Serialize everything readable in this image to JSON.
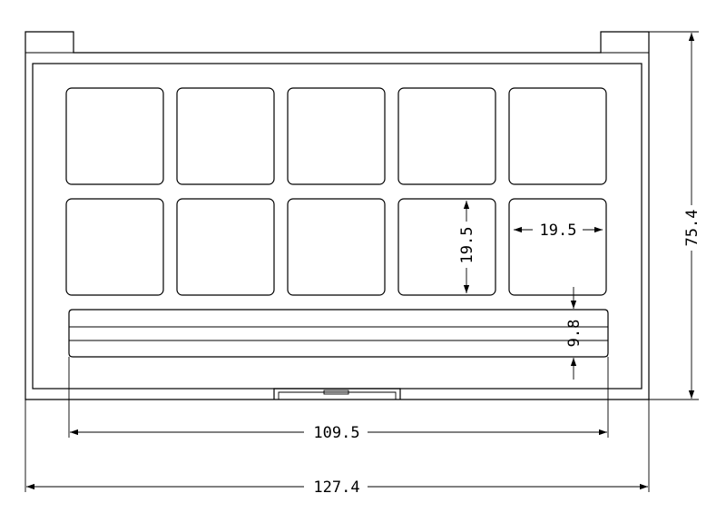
{
  "drawing": {
    "stroke_color": "#000000",
    "background_color": "#ffffff",
    "dimensions": {
      "overall_width": "127.4",
      "overall_height": "75.4",
      "inner_width": "109.5",
      "pan_height": "19.5",
      "pan_width": "19.5",
      "tray_height": "9.8"
    },
    "pans": {
      "rows": 2,
      "columns": 5
    }
  }
}
